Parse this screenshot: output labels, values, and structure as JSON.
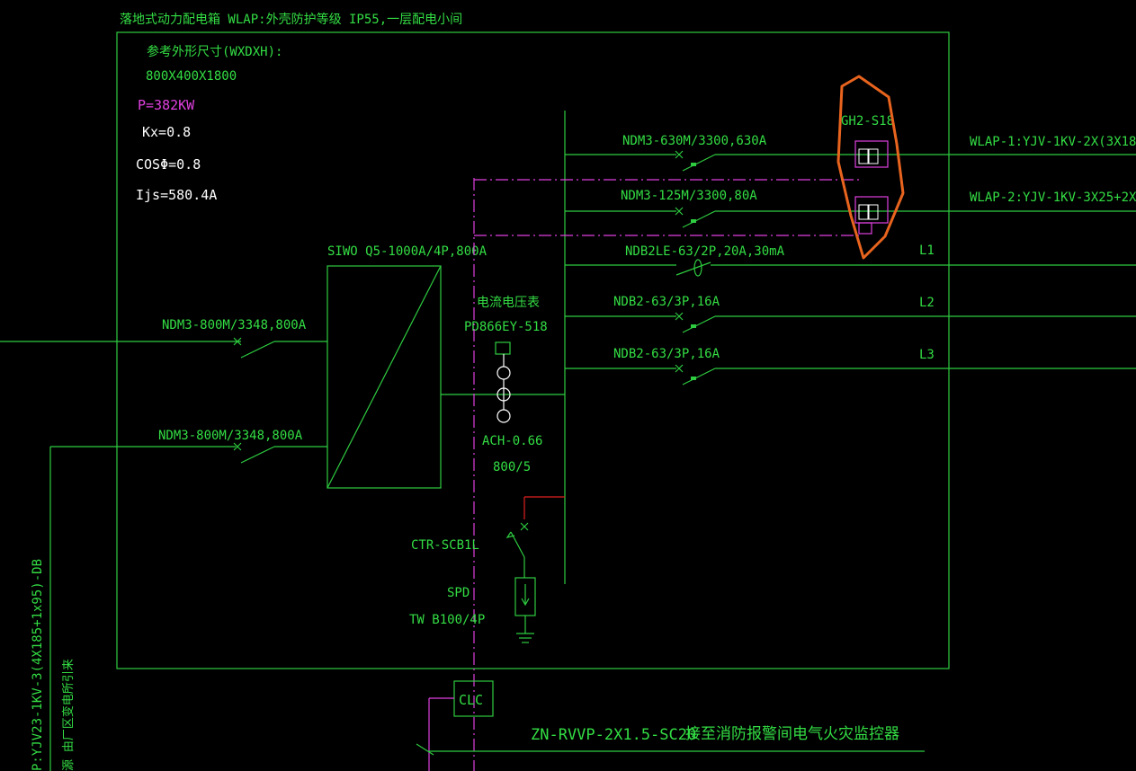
{
  "panel": {
    "title": "落地式动力配电箱 WLAP:外壳防护等级 IP55,一层配电小间",
    "size_label": "参考外形尺寸(WXDXH):",
    "size_value": "800X400X1800",
    "power": "P=382KW",
    "kx": "Kx=0.8",
    "cos": "COSΦ=0.8",
    "ijs": "Ijs=580.4A"
  },
  "incoming": {
    "breaker1": "NDM3-800M/3348,800A",
    "breaker2": "NDM3-800M/3348,800A",
    "ats": "SIWO Q5-1000A/4P,800A"
  },
  "meter": {
    "name": "电流电压表",
    "model": "PD866EY-518",
    "ct_model": "ACH-0.66",
    "ct_ratio": "800/5"
  },
  "surge": {
    "ctr": "CTR-SCB1L",
    "spd": "SPD",
    "spd_model": "TW B100/4P"
  },
  "outgoing": [
    {
      "breaker": "NDM3-630M/3300,630A",
      "circuit": "WLAP-1:YJV-1KV-2X(3X185+"
    },
    {
      "breaker": "NDM3-125M/3300,80A",
      "circuit": "WLAP-2:YJV-1KV-3X25+2X1"
    },
    {
      "breaker": "NDB2LE-63/2P,20A,30mA",
      "circuit": "L1"
    },
    {
      "breaker": "NDB2-63/3P,16A",
      "circuit": "L2"
    },
    {
      "breaker": "NDB2-63/3P,16A",
      "circuit": "L3"
    }
  ],
  "annotation": {
    "gh2": "GH2-S18"
  },
  "fire": {
    "clc": "CLC",
    "cable": "ZN-RVVP-2X1.5-SC20",
    "note": "接至消防报警间电气火灾监控器"
  },
  "left_vertical": {
    "cable": "P:YJV23-1KV-3(4X185+1x95)-DB",
    "note": "源 由厂区变电所引来"
  },
  "colors": {
    "line": "#2ecc40",
    "text": "#33dd44",
    "magenta": "#e040e0",
    "highlight": "#e8641e",
    "red": "#e02020"
  }
}
